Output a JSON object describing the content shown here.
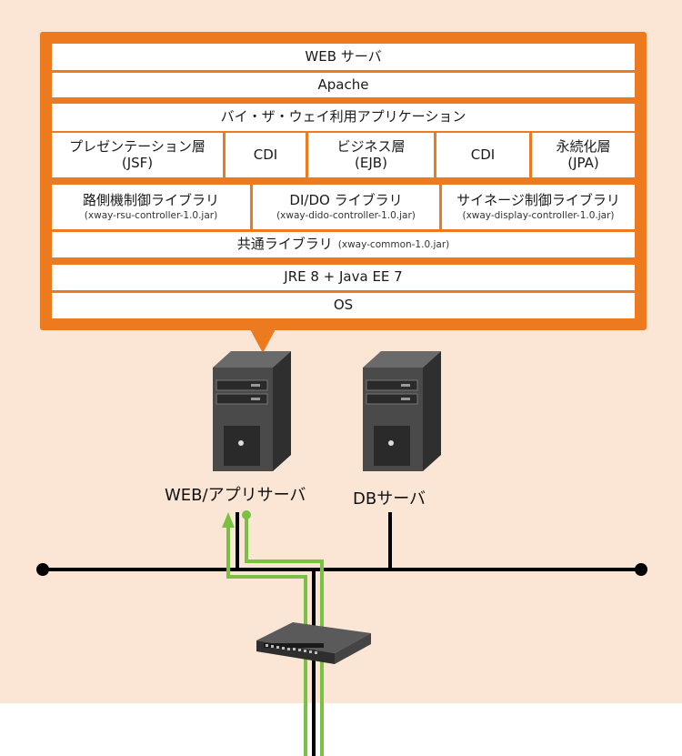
{
  "stack": {
    "web_server": "WEB サーバ",
    "apache": "Apache",
    "bywayapp": "バイ・ザ・ウェイ利用アプリケーション",
    "layers": [
      {
        "line1": "プレゼンテーション層",
        "line2": "(JSF)"
      },
      {
        "line1": "CDI",
        "line2": ""
      },
      {
        "line1": "ビジネス層",
        "line2": "(EJB)"
      },
      {
        "line1": "CDI",
        "line2": ""
      },
      {
        "line1": "永続化層",
        "line2": "(JPA)"
      }
    ],
    "libraries": [
      {
        "name": "路側機制御ライブラリ",
        "jar": "(xway-rsu-controller-1.0.jar)"
      },
      {
        "name": "DI/DO ライブラリ",
        "jar": "(xway-dido-controller-1.0.jar)"
      },
      {
        "name": "サイネージ制御ライブラリ",
        "jar": "(xway-display-controller-1.0.jar)"
      }
    ],
    "common": {
      "name": "共通ライブラリ",
      "jar": "(xway-common-1.0.jar)"
    },
    "jre": "JRE 8 + Java EE 7",
    "os": "OS"
  },
  "servers": {
    "web_app": "WEB/アプリサーバ",
    "db": "DBサーバ"
  },
  "colors": {
    "orange_frame": "#ee7a1f",
    "background": "#fbe6d6",
    "green_link": "#7ac143",
    "network_line": "#000000"
  }
}
